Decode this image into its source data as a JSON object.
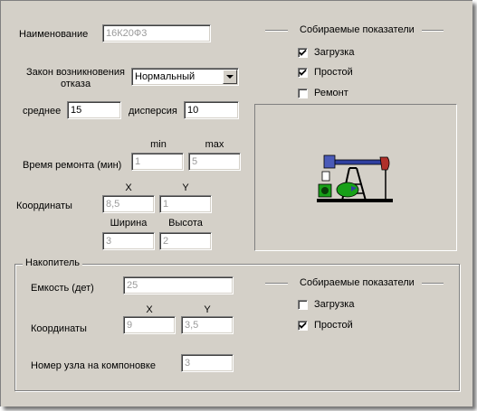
{
  "main": {
    "name_label": "Наименование",
    "name_value": "16К20Ф3",
    "law_label_line1": "Закон возникновения",
    "law_label_line2": "отказа",
    "law_value": "Нормальный",
    "mean_label": "среднее",
    "mean_value": "15",
    "dispersion_label": "дисперсия",
    "dispersion_value": "10",
    "min_header": "min",
    "max_header": "max",
    "repair_label": "Время ремонта (мин)",
    "repair_min": "1",
    "repair_max": "5",
    "coords_label": "Координаты",
    "x_header": "X",
    "y_header": "Y",
    "coord_x": "8,5",
    "coord_y": "1",
    "width_header": "Ширина",
    "height_header": "Высота",
    "width_value": "3",
    "height_value": "2"
  },
  "indicators": {
    "title": "Собираемые показатели",
    "items": [
      {
        "label": "Загрузка",
        "checked": true
      },
      {
        "label": "Простой",
        "checked": true
      },
      {
        "label": "Ремонт",
        "checked": false
      }
    ]
  },
  "picture": {
    "icon": "oil-pump-jack-icon"
  },
  "accumulator": {
    "title": "Накопитель",
    "capacity_label": "Емкость (дет)",
    "capacity_value": "25",
    "coords_label": "Координаты",
    "x_header": "X",
    "y_header": "Y",
    "coord_x": "9",
    "coord_y": "3,5",
    "node_label": "Номер узла на компоновке",
    "node_value": "3",
    "indicators_title": "Собираемые показатели",
    "indicators": [
      {
        "label": "Загрузка",
        "checked": false
      },
      {
        "label": "Простой",
        "checked": true
      }
    ]
  }
}
